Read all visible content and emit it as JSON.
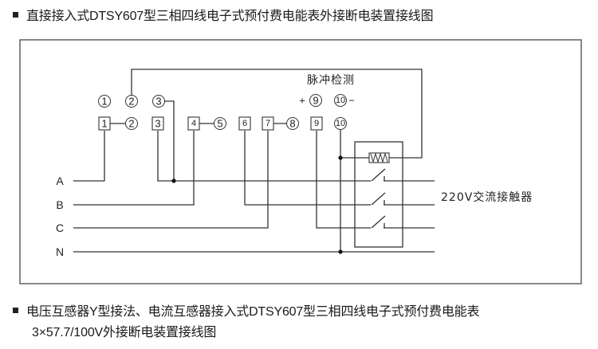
{
  "headings": {
    "top": "直接接入式DTSY607型三相四线电子式预付费电能表外接断电装置接线图",
    "bottom_line1": "电压互感器Y型接法、电流互感器接入式DTSY607型三相四线电子式预付费电能表",
    "bottom_line2": "3×57.7/100V外接断电装置接线图"
  },
  "diagram": {
    "top_terminals": [
      "1",
      "2",
      "3"
    ],
    "terminal_row": [
      {
        "kind": "box",
        "label": "1"
      },
      {
        "kind": "circle",
        "label": "2"
      },
      {
        "kind": "box",
        "label": "3"
      },
      {
        "kind": "box",
        "label": "4"
      },
      {
        "kind": "circle",
        "label": "5"
      },
      {
        "kind": "box",
        "label": "6"
      },
      {
        "kind": "box",
        "label": "7"
      },
      {
        "kind": "circle",
        "label": "8"
      },
      {
        "kind": "box",
        "label": "9"
      },
      {
        "kind": "circle",
        "label": "10"
      }
    ],
    "pulse": {
      "title": "脉冲检测",
      "plus": "+",
      "minus": "−",
      "terminals": [
        "9",
        "10"
      ]
    },
    "phases": [
      "A",
      "B",
      "C",
      "N"
    ],
    "contactor_label": "220V交流接触器"
  }
}
